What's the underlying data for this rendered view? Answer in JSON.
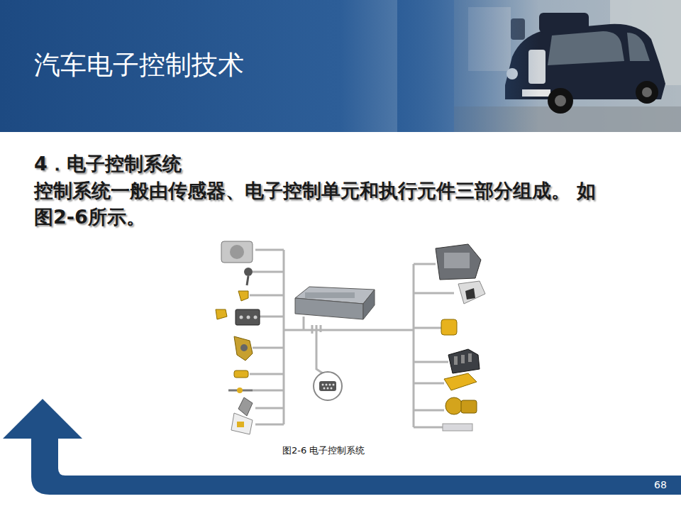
{
  "diagram": {
    "title": "汽车电子控制技术",
    "caption": "图2-6 电子控制系统",
    "labels": [
      "4．电子控制系统",
      "控制系统一般由传感器、电子控制单元和执行元件三部分组成。 如图2-6所示。",
      "68"
    ]
  }
}
